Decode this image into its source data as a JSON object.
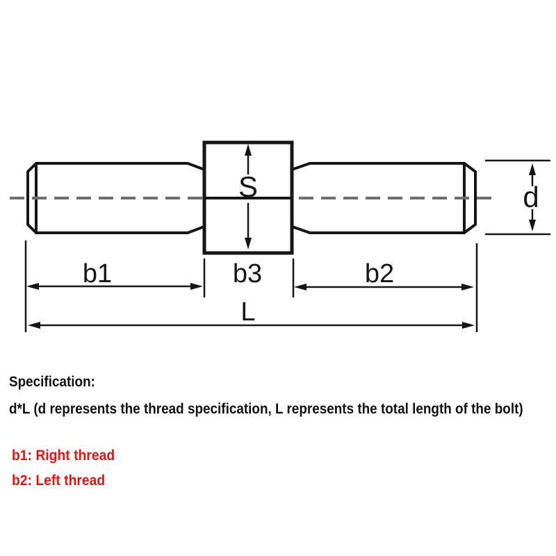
{
  "diagram": {
    "labels": {
      "b1": "b1",
      "b2": "b2",
      "b3": "b3",
      "L": "L",
      "S": "S",
      "d": "d"
    },
    "colors": {
      "outline": "#161616",
      "centerline": "#6f6f6f",
      "red_note": "#e8120f",
      "background": "#ffffff"
    }
  },
  "spec": {
    "heading": "Specification:",
    "description": "d*L (d represents the thread specification, L represents the total length of the bolt)",
    "notes": [
      {
        "label": "b1: Right thread"
      },
      {
        "label": "b2: Left thread"
      }
    ]
  }
}
